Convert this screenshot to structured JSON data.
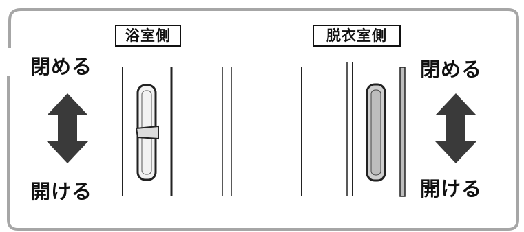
{
  "labels": {
    "bath_side": "浴室側",
    "changing_side": "脱衣室側",
    "close": "閉める",
    "open": "開ける"
  },
  "colors": {
    "frame": "#a6a6a6",
    "arrow": "#3a3a3a",
    "line": "#222222",
    "handle_fill": "#f2f2f2",
    "handle_fill_dark": "#bdbdbd"
  },
  "icons": {
    "left_arrow": "double-arrow-vertical-icon",
    "right_arrow": "double-arrow-vertical-icon",
    "left_handle": "door-handle-icon",
    "right_handle": "door-handle-icon"
  }
}
